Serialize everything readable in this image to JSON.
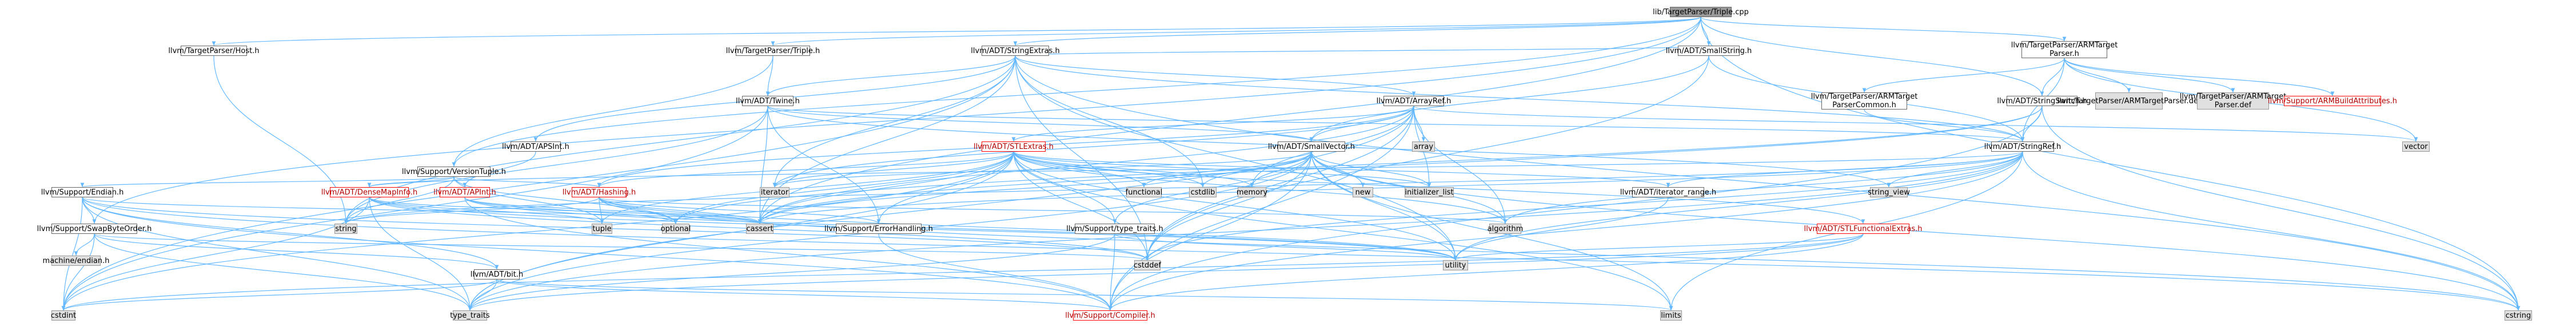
{
  "graph": {
    "edge_color": "#63b8ff",
    "colors": {
      "document": "#ffffff",
      "system": "#e0e0e0",
      "root": "#999999",
      "incomplete_border": "#ff0000",
      "node_border": "#666666"
    },
    "nodes": [
      {
        "id": "root",
        "label": "lib/TargetParser/Triple.cpp",
        "kind": "root"
      },
      {
        "id": "hostH",
        "label": "llvm/TargetParser/Host.h",
        "kind": "doc"
      },
      {
        "id": "tripleH",
        "label": "llvm/TargetParser/Triple.h",
        "kind": "doc"
      },
      {
        "id": "strExtras",
        "label": "llvm/ADT/StringExtras.h",
        "kind": "doc"
      },
      {
        "id": "smallString",
        "label": "llvm/ADT/SmallString.h",
        "kind": "doc"
      },
      {
        "id": "armTargetParser",
        "label": "llvm/TargetParser/ARMTarget\nParser.h",
        "kind": "doc"
      },
      {
        "id": "twine",
        "label": "llvm/ADT/Twine.h",
        "kind": "doc"
      },
      {
        "id": "arrayRef",
        "label": "llvm/ADT/ArrayRef.h",
        "kind": "doc"
      },
      {
        "id": "armCommon",
        "label": "llvm/TargetParser/ARMTarget\nParserCommon.h",
        "kind": "doc"
      },
      {
        "id": "strSwitch",
        "label": "llvm/ADT/StringSwitch.h",
        "kind": "doc"
      },
      {
        "id": "armDef",
        "label": "llvm/TargetParser/ARMTargetParser.def",
        "kind": "sys"
      },
      {
        "id": "armTPDef",
        "label": "llvm/TargetParser/ARMTarget\nParser.def",
        "kind": "sys"
      },
      {
        "id": "armBuildAttr",
        "label": "llvm/Support/ARMBuildAttributes.h",
        "kind": "red"
      },
      {
        "id": "array",
        "label": "array",
        "kind": "sys"
      },
      {
        "id": "vector",
        "label": "vector",
        "kind": "sys"
      },
      {
        "id": "apsInt",
        "label": "llvm/ADT/APSInt.h",
        "kind": "doc"
      },
      {
        "id": "versionTuple",
        "label": "llvm/Support/VersionTuple.h",
        "kind": "doc"
      },
      {
        "id": "smallVector",
        "label": "llvm/ADT/SmallVector.h",
        "kind": "doc"
      },
      {
        "id": "stlExtras",
        "label": "llvm/ADT/STLExtras.h",
        "kind": "red"
      },
      {
        "id": "stringRef",
        "label": "llvm/ADT/StringRef.h",
        "kind": "doc"
      },
      {
        "id": "endian",
        "label": "llvm/Support/Endian.h",
        "kind": "doc"
      },
      {
        "id": "denseMapInfo",
        "label": "llvm/ADT/DenseMapInfo.h",
        "kind": "red"
      },
      {
        "id": "apInt",
        "label": "llvm/ADT/APInt.h",
        "kind": "red"
      },
      {
        "id": "hashing",
        "label": "llvm/ADT/Hashing.h",
        "kind": "red"
      },
      {
        "id": "iterator",
        "label": "iterator",
        "kind": "sys"
      },
      {
        "id": "functional",
        "label": "functional",
        "kind": "sys"
      },
      {
        "id": "cstdlib",
        "label": "cstdlib",
        "kind": "sys"
      },
      {
        "id": "memory",
        "label": "memory",
        "kind": "sys"
      },
      {
        "id": "new",
        "label": "new",
        "kind": "sys"
      },
      {
        "id": "initList",
        "label": "initializer_list",
        "kind": "sys"
      },
      {
        "id": "iterRange",
        "label": "llvm/ADT/iterator_range.h",
        "kind": "doc"
      },
      {
        "id": "stringView",
        "label": "string_view",
        "kind": "sys"
      },
      {
        "id": "swapByteOrder",
        "label": "llvm/Support/SwapByteOrder.h",
        "kind": "doc"
      },
      {
        "id": "string",
        "label": "string",
        "kind": "sys"
      },
      {
        "id": "tuple",
        "label": "tuple",
        "kind": "sys"
      },
      {
        "id": "optional",
        "label": "optional",
        "kind": "sys"
      },
      {
        "id": "cassert",
        "label": "cassert",
        "kind": "sys"
      },
      {
        "id": "errorHandling",
        "label": "llvm/Support/ErrorHandling.h",
        "kind": "doc"
      },
      {
        "id": "typeTraitsH",
        "label": "llvm/Support/type_traits.h",
        "kind": "doc"
      },
      {
        "id": "algorithm",
        "label": "algorithm",
        "kind": "sys"
      },
      {
        "id": "stlFunctional",
        "label": "llvm/ADT/STLFunctionalExtras.h",
        "kind": "red"
      },
      {
        "id": "machineEndian",
        "label": "machine/endian.h",
        "kind": "sys"
      },
      {
        "id": "cstddef",
        "label": "cstddef",
        "kind": "sys"
      },
      {
        "id": "utility",
        "label": "utility",
        "kind": "sys"
      },
      {
        "id": "bit",
        "label": "llvm/ADT/bit.h",
        "kind": "doc"
      },
      {
        "id": "cstdint",
        "label": "cstdint",
        "kind": "sys"
      },
      {
        "id": "typeTraits",
        "label": "type_traits",
        "kind": "sys"
      },
      {
        "id": "compiler",
        "label": "llvm/Support/Compiler.h",
        "kind": "red"
      },
      {
        "id": "limits",
        "label": "limits",
        "kind": "sys"
      },
      {
        "id": "cstring",
        "label": "cstring",
        "kind": "sys"
      }
    ],
    "edges": [
      [
        "root",
        "hostH"
      ],
      [
        "root",
        "tripleH"
      ],
      [
        "root",
        "strExtras"
      ],
      [
        "root",
        "smallString"
      ],
      [
        "root",
        "armTargetParser"
      ],
      [
        "root",
        "strSwitch"
      ],
      [
        "root",
        "versionTuple"
      ],
      [
        "root",
        "swapByteOrder"
      ],
      [
        "root",
        "cassert"
      ],
      [
        "root",
        "cstring"
      ],
      [
        "hostH",
        "string"
      ],
      [
        "tripleH",
        "twine"
      ],
      [
        "tripleH",
        "versionTuple"
      ],
      [
        "strExtras",
        "apsInt"
      ],
      [
        "strExtras",
        "arrayRef"
      ],
      [
        "strExtras",
        "smallString"
      ],
      [
        "strExtras",
        "stringRef"
      ],
      [
        "strExtras",
        "twine"
      ],
      [
        "strExtras",
        "cassert"
      ],
      [
        "strExtras",
        "cstddef"
      ],
      [
        "strExtras",
        "cstdint"
      ],
      [
        "strExtras",
        "cstdlib"
      ],
      [
        "strExtras",
        "cstring"
      ],
      [
        "strExtras",
        "iterator"
      ],
      [
        "strExtras",
        "string"
      ],
      [
        "strExtras",
        "utility"
      ],
      [
        "smallString",
        "smallVector"
      ],
      [
        "smallString",
        "stringRef"
      ],
      [
        "smallString",
        "cstddef"
      ],
      [
        "armTargetParser",
        "armCommon"
      ],
      [
        "armTargetParser",
        "armDef"
      ],
      [
        "armTargetParser",
        "armTPDef"
      ],
      [
        "armTargetParser",
        "armBuildAttr"
      ],
      [
        "armTargetParser",
        "stringRef"
      ],
      [
        "armTargetParser",
        "vector"
      ],
      [
        "armTargetParser",
        "strSwitch"
      ],
      [
        "twine",
        "smallVector"
      ],
      [
        "twine",
        "stringRef"
      ],
      [
        "twine",
        "errorHandling"
      ],
      [
        "twine",
        "cassert"
      ],
      [
        "twine",
        "cstdint"
      ],
      [
        "twine",
        "string"
      ],
      [
        "twine",
        "string_view"
      ],
      [
        "arrayRef",
        "hashing"
      ],
      [
        "arrayRef",
        "smallVector"
      ],
      [
        "arrayRef",
        "stlExtras"
      ],
      [
        "arrayRef",
        "compiler"
      ],
      [
        "arrayRef",
        "algorithm"
      ],
      [
        "arrayRef",
        "array"
      ],
      [
        "arrayRef",
        "cassert"
      ],
      [
        "arrayRef",
        "cstddef"
      ],
      [
        "arrayRef",
        "initList"
      ],
      [
        "arrayRef",
        "iterator"
      ],
      [
        "arrayRef",
        "memory"
      ],
      [
        "arrayRef",
        "type_traits"
      ],
      [
        "arrayRef",
        "vector"
      ],
      [
        "armCommon",
        "stringRef"
      ],
      [
        "strSwitch",
        "stringRef"
      ],
      [
        "strSwitch",
        "compiler"
      ],
      [
        "strSwitch",
        "cassert"
      ],
      [
        "strSwitch",
        "cstring"
      ],
      [
        "strSwitch",
        "optional"
      ],
      [
        "apsInt",
        "apInt"
      ],
      [
        "versionTuple",
        "denseMapInfo"
      ],
      [
        "versionTuple",
        "hashing"
      ],
      [
        "versionTuple",
        "endian"
      ],
      [
        "versionTuple",
        "optional"
      ],
      [
        "versionTuple",
        "string"
      ],
      [
        "versionTuple",
        "tuple"
      ],
      [
        "smallVector",
        "compiler"
      ],
      [
        "smallVector",
        "typeTraitsH"
      ],
      [
        "smallVector",
        "algorithm"
      ],
      [
        "smallVector",
        "cassert"
      ],
      [
        "smallVector",
        "cstddef"
      ],
      [
        "smallVector",
        "cstdlib"
      ],
      [
        "smallVector",
        "cstring"
      ],
      [
        "smallVector",
        "functional"
      ],
      [
        "smallVector",
        "initList"
      ],
      [
        "smallVector",
        "iterator"
      ],
      [
        "smallVector",
        "limits"
      ],
      [
        "smallVector",
        "memory"
      ],
      [
        "smallVector",
        "new"
      ],
      [
        "smallVector",
        "type_traits"
      ],
      [
        "smallVector",
        "utility"
      ],
      [
        "stlExtras",
        "hashing"
      ],
      [
        "stlExtras",
        "iterRange"
      ],
      [
        "stlExtras",
        "stlFunctional"
      ],
      [
        "stlExtras",
        "errorHandling"
      ],
      [
        "stlExtras",
        "typeTraitsH"
      ],
      [
        "stlExtras",
        "algorithm"
      ],
      [
        "stlExtras",
        "cassert"
      ],
      [
        "stlExtras",
        "cstddef"
      ],
      [
        "stlExtras",
        "cstdint"
      ],
      [
        "stlExtras",
        "cstdlib"
      ],
      [
        "stlExtras",
        "functional"
      ],
      [
        "stlExtras",
        "initList"
      ],
      [
        "stlExtras",
        "iterator"
      ],
      [
        "stlExtras",
        "limits"
      ],
      [
        "stlExtras",
        "memory"
      ],
      [
        "stlExtras",
        "optional"
      ],
      [
        "stlExtras",
        "tuple"
      ],
      [
        "stlExtras",
        "type_traits"
      ],
      [
        "stlExtras",
        "utility"
      ],
      [
        "stringRef",
        "denseMapInfo"
      ],
      [
        "stringRef",
        "iterRange"
      ],
      [
        "stringRef",
        "compiler"
      ],
      [
        "stringRef",
        "algorithm"
      ],
      [
        "stringRef",
        "cassert"
      ],
      [
        "stringRef",
        "cstddef"
      ],
      [
        "stringRef",
        "cstring"
      ],
      [
        "stringRef",
        "limits"
      ],
      [
        "stringRef",
        "string"
      ],
      [
        "stringRef",
        "stringView"
      ],
      [
        "stringRef",
        "type_traits"
      ],
      [
        "stringRef",
        "utility"
      ],
      [
        "endian",
        "bit"
      ],
      [
        "endian",
        "compiler"
      ],
      [
        "endian",
        "swapByteOrder"
      ],
      [
        "endian",
        "cassert"
      ],
      [
        "endian",
        "cstddef"
      ],
      [
        "endian",
        "cstdint"
      ],
      [
        "endian",
        "cstring"
      ],
      [
        "endian",
        "type_traits"
      ],
      [
        "denseMapInfo",
        "cassert"
      ],
      [
        "denseMapInfo",
        "cstddef"
      ],
      [
        "denseMapInfo",
        "cstdint"
      ],
      [
        "denseMapInfo",
        "tuple"
      ],
      [
        "denseMapInfo",
        "type_traits"
      ],
      [
        "denseMapInfo",
        "utility"
      ],
      [
        "apInt",
        "compiler"
      ],
      [
        "apInt",
        "cassert"
      ],
      [
        "apInt",
        "optional"
      ],
      [
        "apInt",
        "utility"
      ],
      [
        "hashing",
        "errorHandling"
      ],
      [
        "hashing",
        "algorithm"
      ],
      [
        "hashing",
        "cassert"
      ],
      [
        "hashing",
        "cstring"
      ],
      [
        "hashing",
        "optional"
      ],
      [
        "hashing",
        "string"
      ],
      [
        "hashing",
        "tuple"
      ],
      [
        "hashing",
        "utility"
      ],
      [
        "iterRange",
        "utility"
      ],
      [
        "swapByteOrder",
        "bit"
      ],
      [
        "swapByteOrder",
        "machineEndian"
      ],
      [
        "swapByteOrder",
        "cstddef"
      ],
      [
        "swapByteOrder",
        "cstdint"
      ],
      [
        "swapByteOrder",
        "type_traits"
      ],
      [
        "errorHandling",
        "compiler"
      ],
      [
        "typeTraitsH",
        "compiler"
      ],
      [
        "typeTraitsH",
        "type_traits"
      ],
      [
        "typeTraitsH",
        "utility"
      ],
      [
        "stlFunctional",
        "compiler"
      ],
      [
        "stlFunctional",
        "cstdint"
      ],
      [
        "stlFunctional",
        "type_traits"
      ],
      [
        "stlFunctional",
        "utility"
      ],
      [
        "bit",
        "compiler"
      ],
      [
        "bit",
        "cstdint"
      ],
      [
        "bit",
        "limits"
      ],
      [
        "bit",
        "type_traits"
      ]
    ]
  }
}
